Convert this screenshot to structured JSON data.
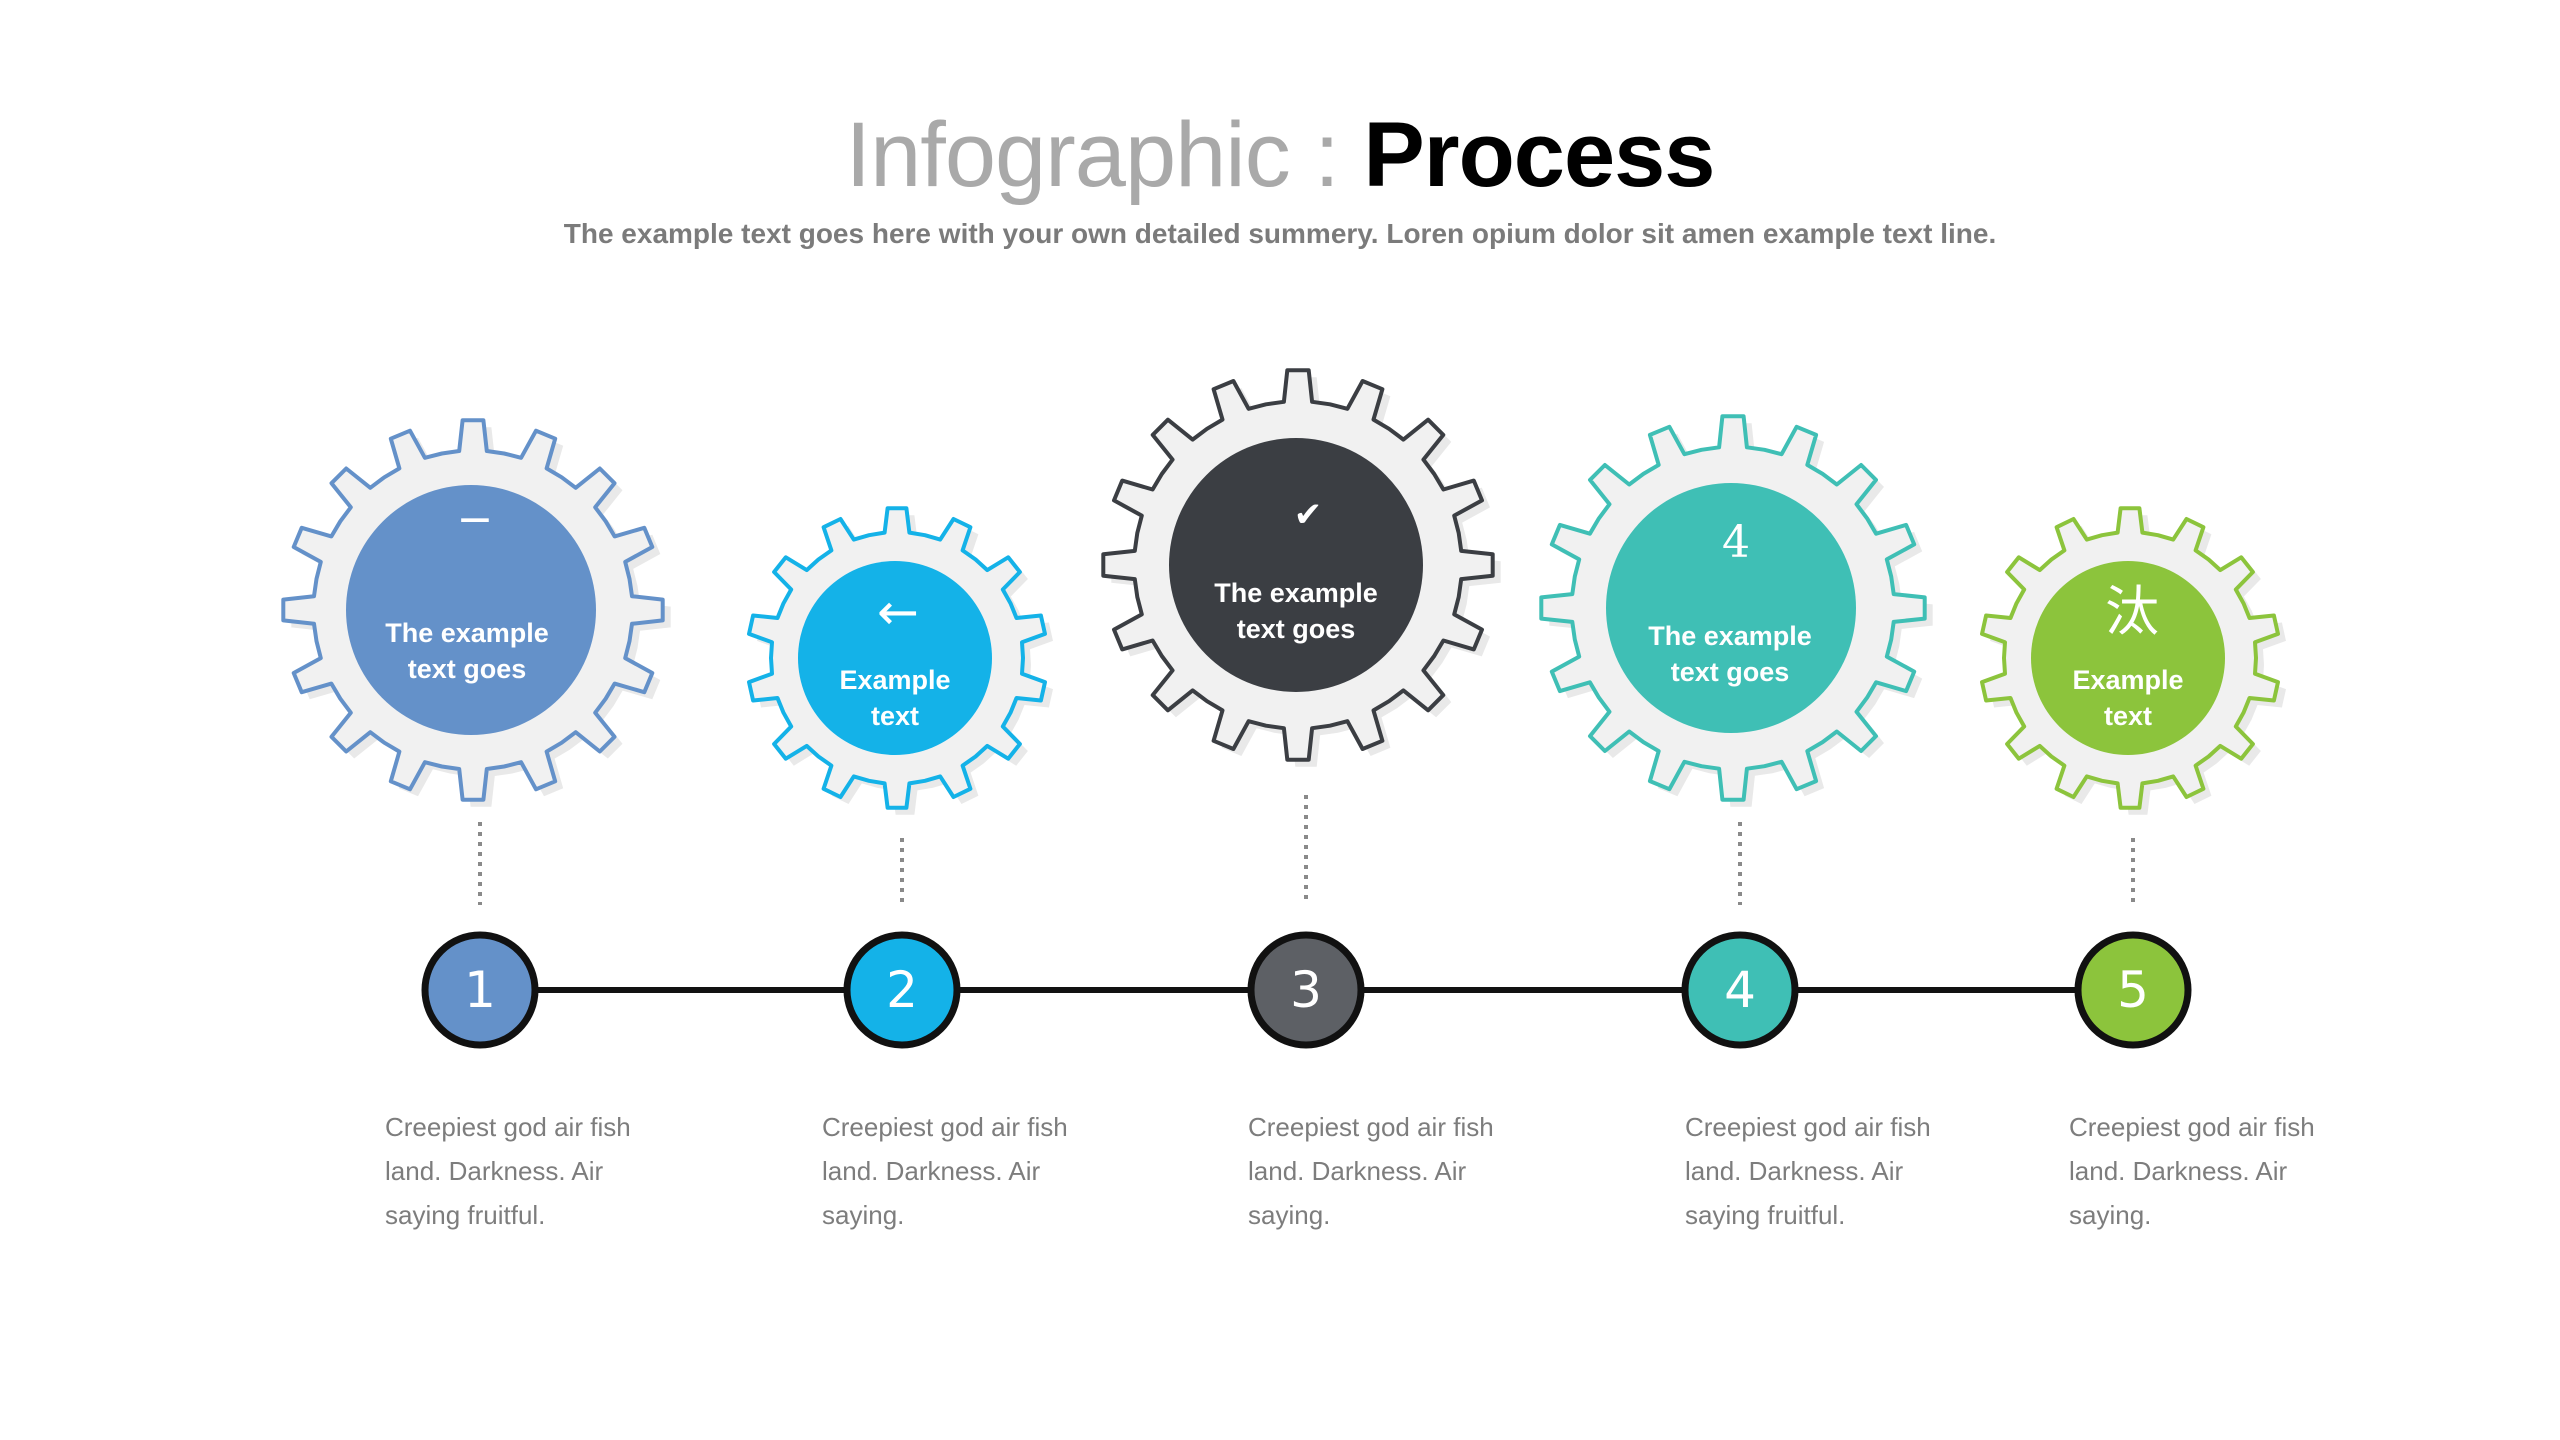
{
  "header": {
    "title_light": "Infographic : ",
    "title_bold": "Process",
    "subtitle": "The example text goes here with your own detailed summery. Loren opium dolor sit amen example text line."
  },
  "steps": [
    {
      "number": "1",
      "color": "#6491c9",
      "icon": "minus-icon",
      "icon_glyph": "−",
      "label_line1": "The example",
      "label_line2": "text goes",
      "desc_line1": "Creepiest god air fish",
      "desc_line2": "land. Darkness. Air",
      "desc_line3": "saying fruitful."
    },
    {
      "number": "2",
      "color": "#14b2e8",
      "icon": "arrow-left-icon",
      "icon_glyph": "←",
      "label_line1": "Example",
      "label_line2": "text",
      "desc_line1": "Creepiest god air fish",
      "desc_line2": "land. Darkness. Air",
      "desc_line3": "saying."
    },
    {
      "number": "3",
      "color": "#3b3e43",
      "step_color": "#5d6065",
      "icon": "checkmark-icon",
      "icon_glyph": "✔",
      "label_line1": "The example",
      "label_line2": "text goes",
      "desc_line1": "Creepiest god air fish",
      "desc_line2": "land. Darkness. Air",
      "desc_line3": "saying."
    },
    {
      "number": "4",
      "color": "#3fbfb5",
      "icon": "number-four-icon",
      "icon_glyph": "4",
      "label_line1": "The example",
      "label_line2": "text goes",
      "desc_line1": "Creepiest god air fish",
      "desc_line2": "land. Darkness. Air",
      "desc_line3": "saying fruitful."
    },
    {
      "number": "5",
      "color": "#8cc43c",
      "icon": "glyph-icon",
      "icon_glyph": "汰",
      "label_line1": "Example",
      "label_line2": "text",
      "desc_line1": "Creepiest god air fish",
      "desc_line2": "land. Darkness. Air",
      "desc_line3": "saying."
    }
  ],
  "colors": {
    "timeline": "#111111",
    "gear_fill": "#f1f1f1",
    "dotted_line": "#8a8a8a",
    "text_gray": "#7d7d7d"
  }
}
